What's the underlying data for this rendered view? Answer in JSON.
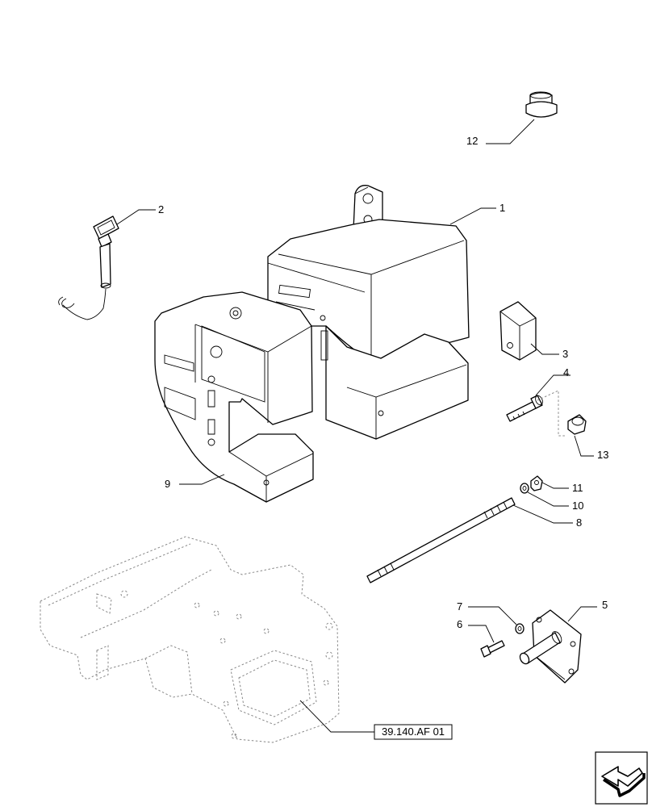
{
  "callouts": {
    "c1": "1",
    "c2": "2",
    "c3": "3",
    "c4": "4",
    "c5": "5",
    "c6": "6",
    "c7": "7",
    "c8": "8",
    "c9": "9",
    "c10": "10",
    "c11": "11",
    "c12": "12",
    "c13": "13"
  },
  "reference": "39.140.AF 01",
  "icons": {
    "navigation": "return-arrow-icon"
  }
}
